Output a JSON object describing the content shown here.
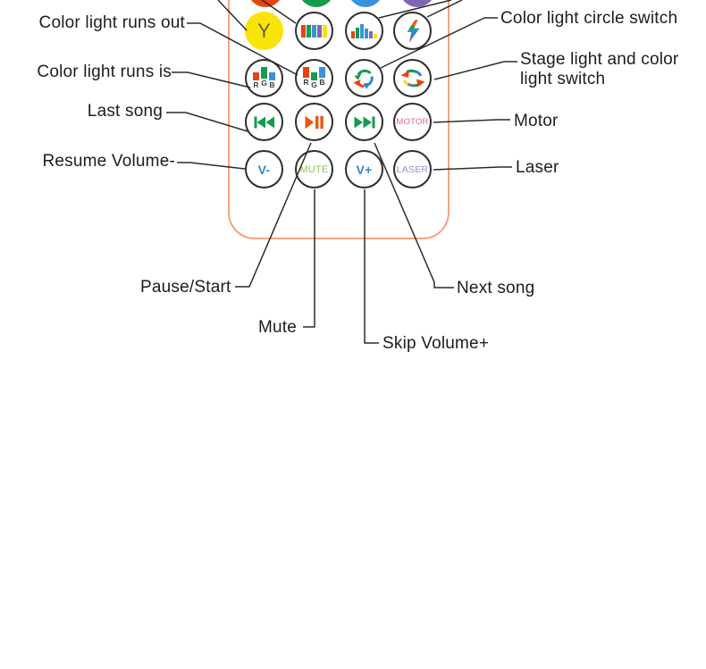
{
  "remote": {
    "body_border_color": "#f5a284",
    "top_color_buttons": [
      "red",
      "green",
      "blue",
      "purple"
    ],
    "palette": {
      "red": "#e8430f",
      "green": "#149b4d",
      "blue": "#3a92dc",
      "purple": "#8365b5",
      "yellow": "#f8e408"
    },
    "buttons": {
      "yellow": "Y",
      "motor": "MOTOR",
      "laser": "LASER",
      "mute": "MUTE",
      "volume_down": "V-",
      "volume_up": "V+"
    },
    "rgb_letters": [
      "R",
      "G",
      "B"
    ],
    "text_colors": {
      "motor": "#f0609f",
      "laser": "#9c8cc9",
      "mute": "#8fc74e",
      "volume": "#2e86d8"
    },
    "icons": {
      "color_bars": "five-color-bars",
      "equalizer": "equalizer-bars",
      "flash": "lightning-bolt",
      "cycle1": "recycle-arrows",
      "cycle2": "switch-arrows",
      "rgb1": "rgb-bars-g-up",
      "rgb2": "rgb-bars-g-down",
      "prev": "previous-track",
      "playpause": "play-pause",
      "next": "next-track"
    }
  },
  "labels": {
    "left": [
      {
        "text": "Color light runs out"
      },
      {
        "text": "Color light runs is"
      },
      {
        "text": "Last song"
      },
      {
        "text": "Resume Volume-"
      }
    ],
    "right": [
      {
        "text": "Color light circle switch"
      },
      {
        "text": "Stage light and color light switch"
      },
      {
        "text": "Motor"
      },
      {
        "text": "Laser"
      }
    ],
    "bottom": [
      {
        "text": "Pause/Start"
      },
      {
        "text": "Next song"
      },
      {
        "text": "Mute"
      },
      {
        "text": "Skip Volume+"
      }
    ]
  }
}
